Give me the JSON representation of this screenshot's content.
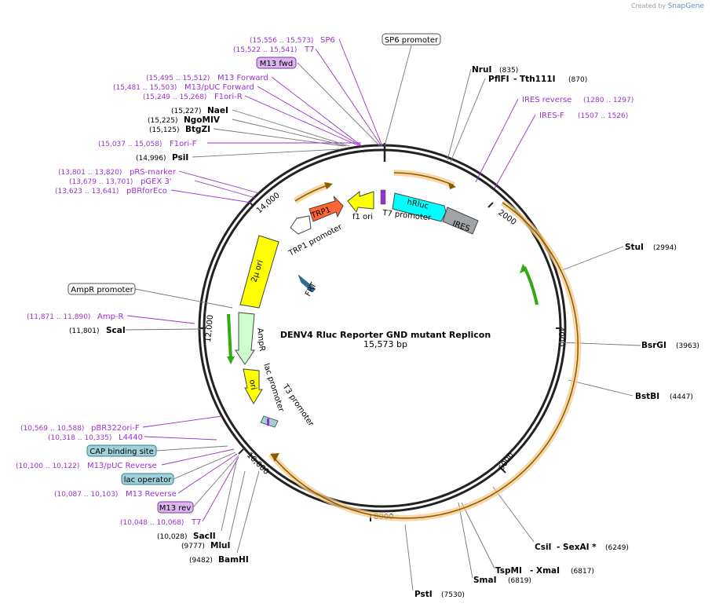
{
  "credit": {
    "prefix": "Created by",
    "brand": "SnapGene"
  },
  "plasmid": {
    "name": "DENV4 Rluc Reporter GND mutant Replicon",
    "size_label": "15,573 bp"
  },
  "ticks": [
    "2000",
    "4000",
    "6000",
    "8000",
    "10,000",
    "12,000",
    "14,000"
  ],
  "enzymes": {
    "NruI": {
      "name": "NruI",
      "pos": "(835)"
    },
    "PflFI": {
      "name": "PflFI",
      "name2": "- Tth111I",
      "pos": "(870)"
    },
    "StuI": {
      "name": "StuI",
      "pos": "(2994)"
    },
    "BsrGI": {
      "name": "BsrGI",
      "pos": "(3963)"
    },
    "BstBI": {
      "name": "BstBI",
      "pos": "(4447)"
    },
    "CsiI": {
      "name": "CsiI",
      "name2": "- SexAI *",
      "pos": "(6249)"
    },
    "TspMI": {
      "name": "TspMI",
      "name2": "- XmaI",
      "pos": "(6817)"
    },
    "SmaI": {
      "name": "SmaI",
      "pos": "(6819)"
    },
    "PstI": {
      "name": "PstI",
      "pos": "(7530)"
    },
    "BamHI": {
      "name": "BamHI",
      "pos": "(9482)"
    },
    "MluI": {
      "name": "MluI",
      "pos": "(9777)"
    },
    "SacII": {
      "name": "SacII",
      "pos": "(10,028)"
    },
    "ScaI": {
      "name": "ScaI",
      "pos": "(11,801)"
    },
    "PsiI": {
      "name": "PsiI",
      "pos": "(14,996)"
    },
    "BtgZI": {
      "name": "BtgZI",
      "pos": "(15,125)"
    },
    "NgoMIV": {
      "name": "NgoMIV",
      "pos": "(15,225)"
    },
    "NaeI": {
      "name": "NaeI",
      "pos": "(15,227)"
    }
  },
  "primers": {
    "SP6": {
      "name": "SP6",
      "pos": "(15,556 .. 15,573)"
    },
    "T7": {
      "name": "T7",
      "pos": "(15,522 .. 15,541)"
    },
    "M13F": {
      "name": "M13 Forward",
      "pos": "(15,495 .. 15,512)"
    },
    "M13pUCF": {
      "name": "M13/pUC Forward",
      "pos": "(15,481 .. 15,503)"
    },
    "F1oriR": {
      "name": "F1ori-R",
      "pos": "(15,249 .. 15,268)"
    },
    "F1oriF": {
      "name": "F1ori-F",
      "pos": "(15,037 .. 15,058)"
    },
    "pRSmarker": {
      "name": "pRS-marker",
      "pos": "(13,801 .. 13,820)"
    },
    "pGEX3": {
      "name": "pGEX 3'",
      "pos": "(13,679 .. 13,701)"
    },
    "pBRforEco": {
      "name": "pBRforEco",
      "pos": "(13,623 .. 13,641)"
    },
    "AmpR": {
      "name": "Amp-R",
      "pos": "(11,871 .. 11,890)"
    },
    "pBR322oriF": {
      "name": "pBR322ori-F",
      "pos": "(10,569 .. 10,588)"
    },
    "L4440": {
      "name": "L4440",
      "pos": "(10,318 .. 10,335)"
    },
    "M13pUCR": {
      "name": "M13/pUC Reverse",
      "pos": "(10,100 .. 10,122)"
    },
    "M13R": {
      "name": "M13 Reverse",
      "pos": "(10,087 .. 10,103)"
    },
    "T7b": {
      "name": "T7",
      "pos": "(10,048 .. 10,068)"
    },
    "IRESrev": {
      "name": "IRES reverse",
      "pos": "(1280 .. 1297)"
    },
    "IRESF": {
      "name": "IRES-F",
      "pos": "(1507 .. 1526)"
    }
  },
  "boxes": {
    "SP6prom": "SP6 promoter",
    "M13fwd": "M13 fwd",
    "AmpRprom": "AmpR promoter",
    "CAP": "CAP binding site",
    "lacop": "lac operator",
    "M13rev": "M13 rev"
  },
  "features": {
    "hRluc": "hRluc",
    "IRES": "IRES",
    "TRP1": "TRP1",
    "TRP1prom": "TRP1 promoter",
    "f1ori": "f1 ori",
    "T7prom": "T7 promoter",
    "twomu": "2μ ori",
    "FRT": "FRT",
    "AmpR": "AmpR",
    "lacprom": "lac promoter",
    "ori": "ori",
    "T3prom": "T3 promoter"
  },
  "colors": {
    "backbone": "#222222",
    "primer": "#9932cc",
    "orange_arc": "#f5b96a",
    "hRluc": "#00ffff",
    "IRES": "#a0a4a8",
    "TRP1": "#ff6633",
    "ori_yellow": "#ffff00",
    "AmpR": "#ccffcc",
    "green_arrow": "#33aa11",
    "box_lavender": "#dcb4ee",
    "box_teal": "#9fd1d8"
  }
}
